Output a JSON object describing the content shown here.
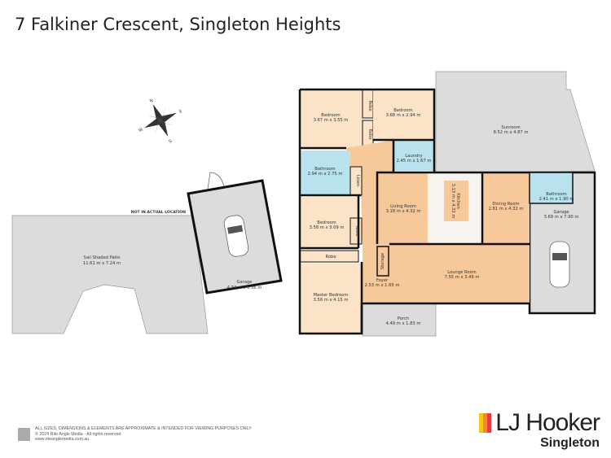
{
  "title": "7 Falkiner Crescent, Singleton Heights",
  "compass": {
    "n": "N",
    "e": "E",
    "s": "S",
    "w": "W"
  },
  "note": "NOT IN ACTUAL LOCATION",
  "colors": {
    "bedroom": "#fbe3c8",
    "hall": "#f7c99a",
    "wet": "#b8e2ee",
    "outdoor": "#dcdcdc",
    "wall": "#111111"
  },
  "rooms": {
    "bedroom1": {
      "name": "Bedroom",
      "dim": "3.67 m x 3.55 m"
    },
    "bedroom2": {
      "name": "Bedroom",
      "dim": "3.68 m x 2.94 m"
    },
    "robe1": {
      "name": "Robe"
    },
    "robe2": {
      "name": "Robe"
    },
    "robe3": {
      "name": "Robe"
    },
    "robe_master": {
      "name": "Robe"
    },
    "sunroom": {
      "name": "Sunroom",
      "dim": "8.52 m x 4.87 m"
    },
    "laundry": {
      "name": "Laundry",
      "dim": "2.45 m x 1.67 m"
    },
    "bathroom1": {
      "name": "Bathroom",
      "dim": "2.94 m x 2.75 m"
    },
    "linen": {
      "name": "Linen"
    },
    "living": {
      "name": "Living Room",
      "dim": "3.18 m x 4.32 m"
    },
    "kitchen": {
      "name": "Kitchen",
      "dim": "3.13 m x 4.32 m"
    },
    "dining": {
      "name": "Dining Room",
      "dim": "2.81 m x 4.32 m"
    },
    "bathroom2": {
      "name": "Bathroom",
      "dim": "2.41 m x 1.90 m"
    },
    "garage_main": {
      "name": "Garage",
      "dim": "3.69 m x 7.90 m"
    },
    "bedroom3": {
      "name": "Bedroom",
      "dim": "3.58 m x 3.09 m"
    },
    "master": {
      "name": "Master Bedroom",
      "dim": "3.58 m x 4.15 m"
    },
    "storage": {
      "name": "Storage"
    },
    "foyer": {
      "name": "Foyer",
      "dim": "2.53 m x 1.65 m"
    },
    "lounge": {
      "name": "Lounge Room",
      "dim": "7.55 m x 3.49 m"
    },
    "porch": {
      "name": "Porch",
      "dim": "4.49 m x 1.83 m"
    },
    "patio": {
      "name": "Sail Shaded Patio",
      "dim": "11.61 m x 7.24 m"
    },
    "garage_detached": {
      "name": "Garage",
      "dim": "4.34 m x 6.36 m"
    }
  },
  "footer": {
    "line1": "ALL SIZES, DIMENSIONS & ELEMENTS ARE APPROXIMATE & INTENDED FOR VIEWING PURPOSES ONLY",
    "line2": "© 2024 Rite Angle Media - All rights reserved",
    "line3": "www.riteanglemedia.com.au"
  },
  "logo": {
    "brand": "LJ Hooker",
    "office": "Singleton",
    "bar_colors": [
      "#f5c518",
      "#f08a24",
      "#e63946"
    ]
  }
}
